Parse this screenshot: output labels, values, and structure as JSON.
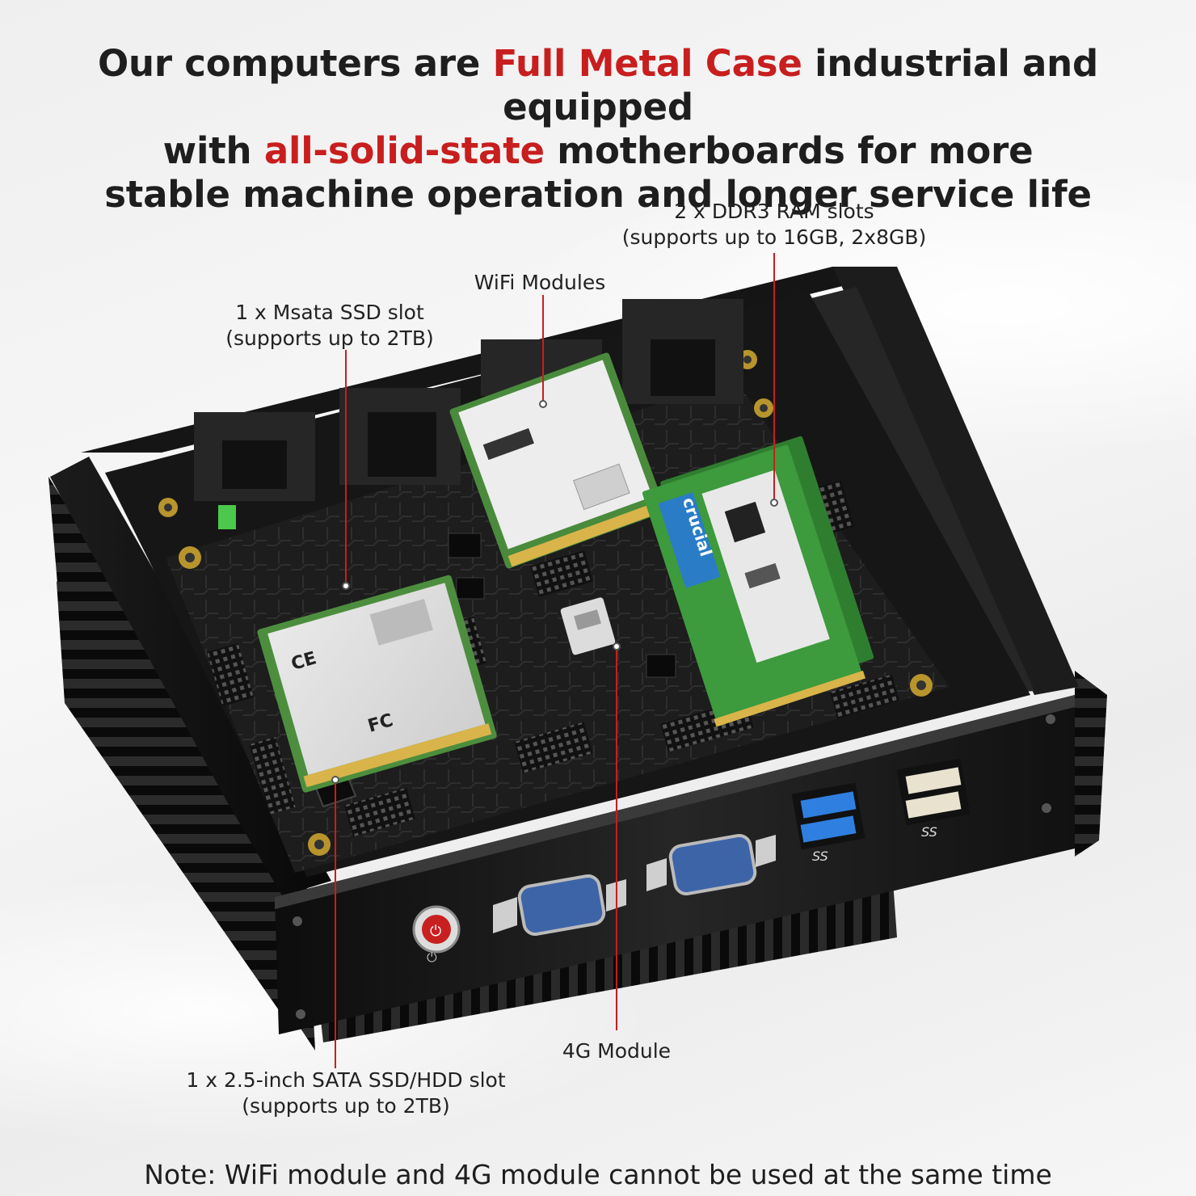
{
  "headline": {
    "line1_a": "Our computers are ",
    "line1_highlight": "Full Metal Case",
    "line1_b": " industrial and equipped",
    "line2_a": "with ",
    "line2_highlight": "all-solid-state",
    "line2_b": " motherboards for more",
    "line3": "stable machine operation and longer service life"
  },
  "callouts": {
    "ram_line1": "2 x DDR3 RAM slots",
    "ram_line2": "(supports up to 16GB, 2x8GB)",
    "wifi": "WiFi Modules",
    "msata_line1": "1 x Msata SSD slot",
    "msata_line2": "(supports up to 2TB)",
    "module_4g": "4G Module",
    "sata_line1": "1 x 2.5-inch SATA SSD/HDD slot",
    "sata_line2": "(supports up to 2TB)"
  },
  "note": "Note: WiFi module and 4G module cannot be used at the same time",
  "component_labels": {
    "ram_brand": "crucial",
    "ssd_brand": "FC",
    "usb_mark_1": "SS",
    "usb_mark_2": "SS"
  },
  "colors": {
    "accent": "#c81e1e",
    "leader_line": "#c81e1e",
    "case": "#1a1a1a",
    "ram_pcb": "#3d9a3d",
    "ram_label": "#2a7cc7",
    "usb3": "#2f7fe0"
  }
}
